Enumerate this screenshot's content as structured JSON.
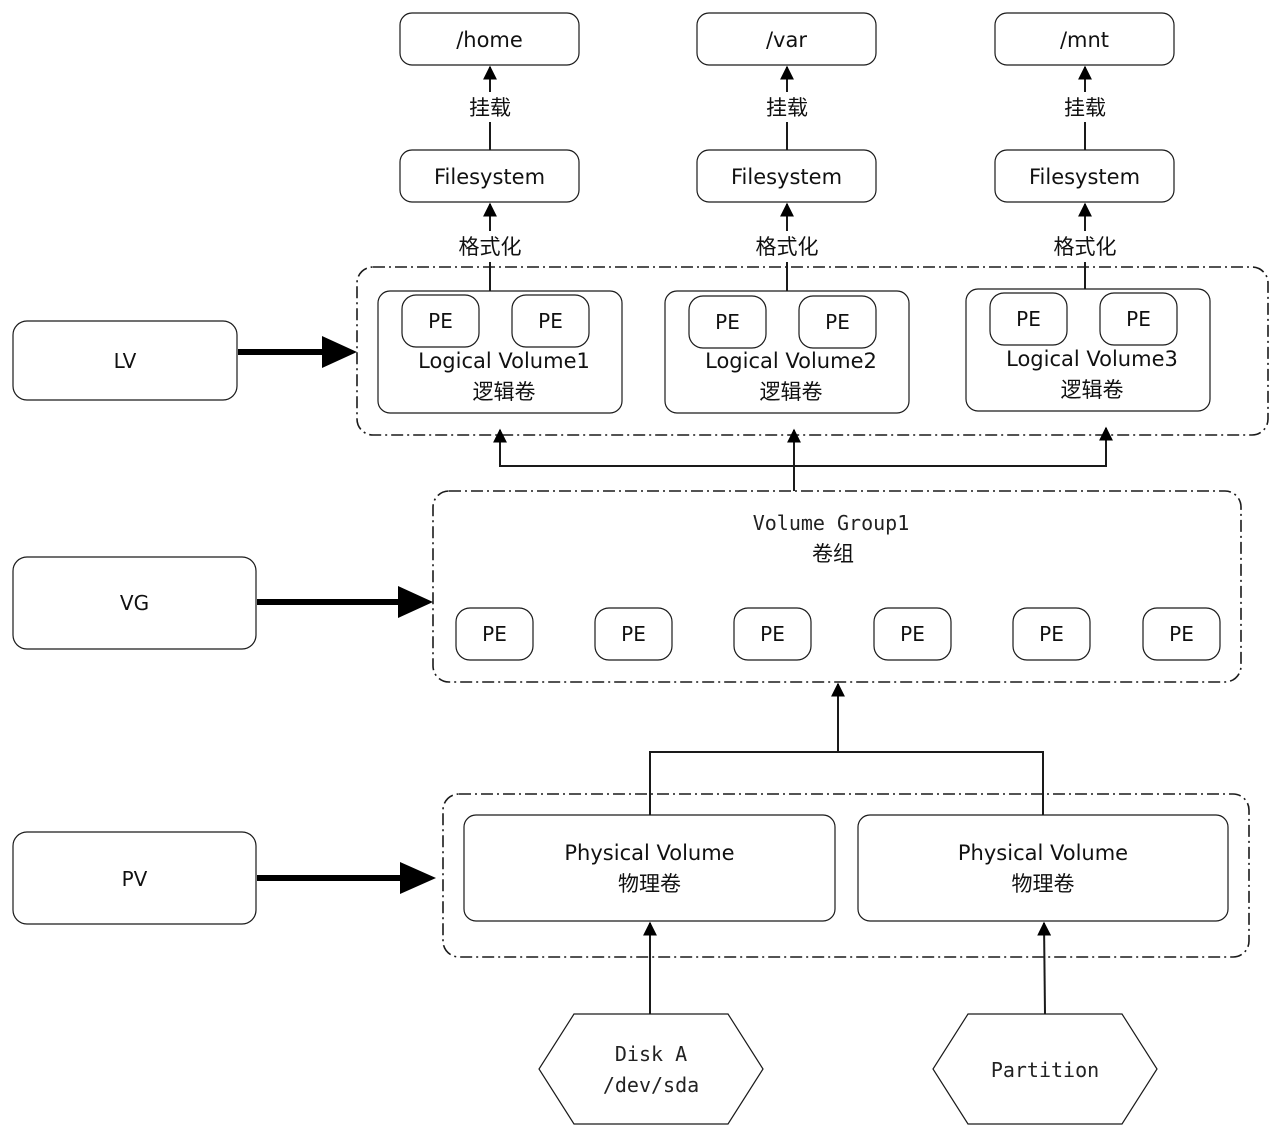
{
  "mounts": [
    "/home",
    "/var",
    "/mnt"
  ],
  "mount_label": "挂载",
  "filesystem_label": "Filesystem",
  "format_label": "格式化",
  "layer_labels": {
    "lv": "LV",
    "vg": "VG",
    "pv": "PV"
  },
  "pe_label": "PE",
  "logical_volumes": [
    {
      "name": "Logical Volume1",
      "sub": "逻辑卷"
    },
    {
      "name": "Logical Volume2",
      "sub": "逻辑卷"
    },
    {
      "name": "Logical Volume3",
      "sub": "逻辑卷"
    }
  ],
  "volume_group": {
    "name": "Volume Group1",
    "sub": "卷组"
  },
  "physical_volumes": [
    {
      "name": "Physical Volume",
      "sub": "物理卷"
    },
    {
      "name": "Physical Volume",
      "sub": "物理卷"
    }
  ],
  "sources": {
    "disk": {
      "line1": "Disk A",
      "line2": "/dev/sda"
    },
    "partition": {
      "line1": "Partition"
    }
  }
}
